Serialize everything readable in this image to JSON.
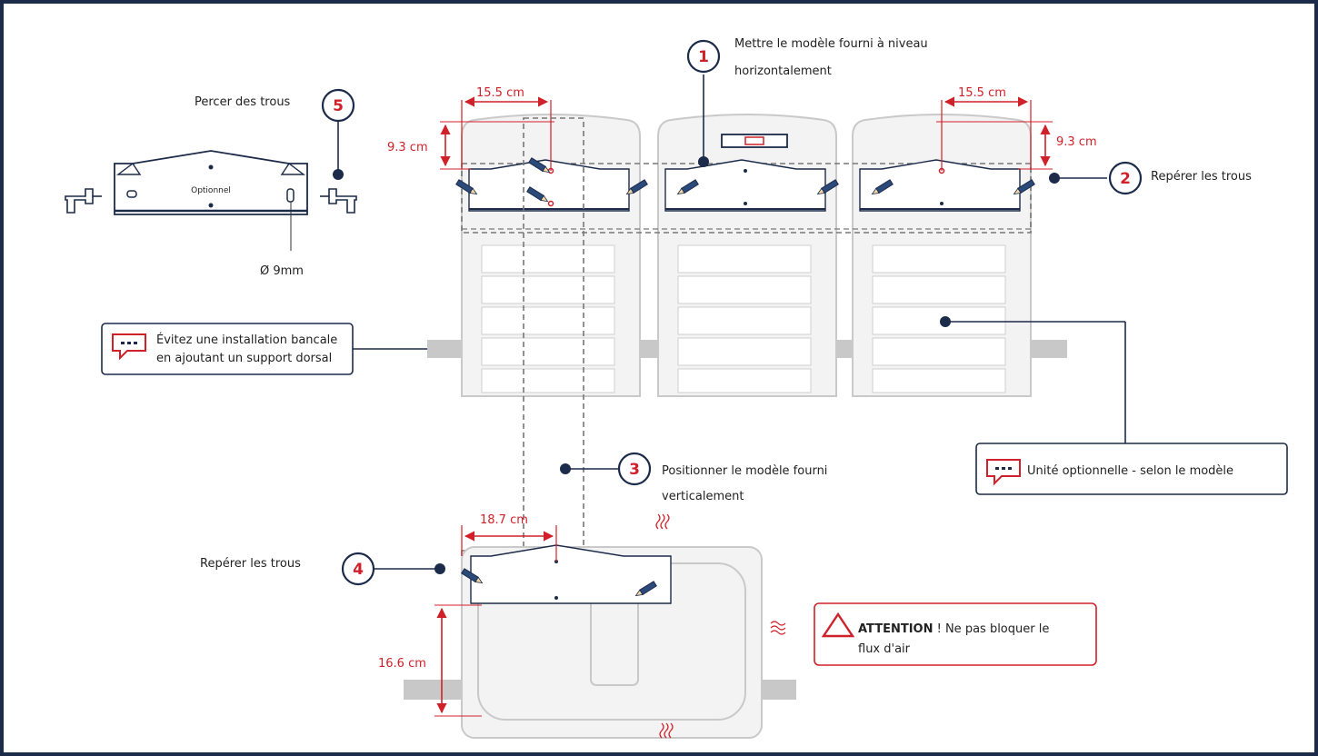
{
  "colors": {
    "frame": "#1c2b4a",
    "accent_red": "#d0202a",
    "navy": "#1c2b4a",
    "unit_fill": "#f3f3f3",
    "unit_stroke": "#c9c9c9",
    "rail": "#c8c8c8"
  },
  "steps": [
    {
      "number": "1",
      "text_line1": "Mettre le modèle fourni à niveau",
      "text_line2": "horizontalement"
    },
    {
      "number": "2",
      "text_line1": "Repérer les trous"
    },
    {
      "number": "3",
      "text_line1": "Positionner le modèle fourni",
      "text_line2": "verticalement"
    },
    {
      "number": "4",
      "text_line1": "Repérer les trous"
    },
    {
      "number": "5",
      "text_line1": "Percer des trous"
    }
  ],
  "dimensions": {
    "top_left_width": "15.5 cm",
    "top_left_height": "9.3 cm",
    "top_right_width": "15.5 cm",
    "top_right_height": "9.3 cm",
    "bottom_width": "18.7 cm",
    "bottom_height": "16.6 cm"
  },
  "drill": {
    "template_label": "Optionnel",
    "hole_diameter": "Ø 9mm"
  },
  "notes": {
    "back_support_line1": "Évitez une installation bancale",
    "back_support_line2": "en ajoutant un support dorsal",
    "optional_unit": "Unité optionnelle - selon le modèle",
    "warning_strong": "ATTENTION",
    "warning_line1": " ! Ne pas bloquer le",
    "warning_line2": "flux d'air"
  },
  "icons": {
    "note": "speech-bubble-icon",
    "warning": "warning-triangle-icon",
    "drill": "drill-icon",
    "pencil": "pencil-icon",
    "airflow": "airflow-wave-icon",
    "level": "spirit-level-icon"
  }
}
